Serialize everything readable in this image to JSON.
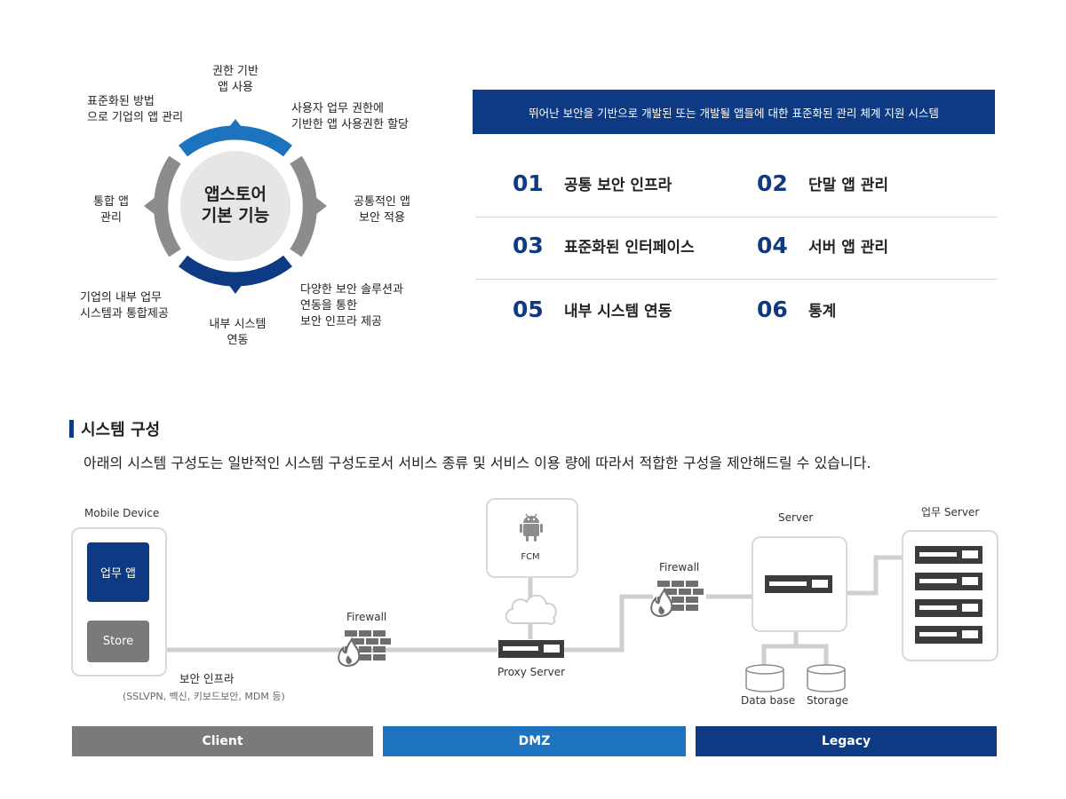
{
  "cycle": {
    "center_line1": "앱스토어",
    "center_line2": "기본 기능",
    "labels": {
      "top": [
        "권한 기반",
        "앱 사용"
      ],
      "top_left": [
        "표준화된 방법",
        "으로 기업의 앱 관리"
      ],
      "top_right": [
        "사용자 업무 권한에",
        "기반한 앱 사용권한 할당"
      ],
      "left": [
        "통합 앱",
        "관리"
      ],
      "right": [
        "공통적인 앱",
        "보안 적용"
      ],
      "bottom_left": [
        "기업의 내부 업무",
        "시스템과 통합제공"
      ],
      "bottom": [
        "내부 시스템",
        "연동"
      ],
      "bottom_right": [
        "다양한 보안 솔루션과",
        "연동을 통한",
        "보안 인프라 제공"
      ]
    },
    "colors": {
      "blue": "#1e73be",
      "navy": "#0e3a84",
      "gray": "#8c8c8c",
      "center": "#e6e6e6"
    }
  },
  "banner": "뛰어난 보안을 기반으로 개발된 또는 개발될 앱들에 대한 표준화된 관리 체계 지원 시스템",
  "features": [
    {
      "num": "01",
      "label": "공통 보안 인프라"
    },
    {
      "num": "02",
      "label": "단말 앱 관리"
    },
    {
      "num": "03",
      "label": "표준화된 인터페이스"
    },
    {
      "num": "04",
      "label": "서버 앱 관리"
    },
    {
      "num": "05",
      "label": "내부 시스템 연동"
    },
    {
      "num": "06",
      "label": "통계"
    }
  ],
  "section": {
    "title": "시스템 구성",
    "description": "아래의 시스템 구성도는 일반적인 시스템 구성도로서  서비스 종류 및 서비스 이용 량에 따라서 적합한 구성을 제안해드릴 수 있습니다."
  },
  "diagram": {
    "mobile_device": "Mobile Device",
    "work_app": "업무 앱",
    "store": "Store",
    "security_infra": "보안 인프라",
    "security_infra_detail": "(SSLVPN, 백신, 키보드보안, MDM 등)",
    "firewall_1": "Firewall",
    "fcm": "FCM",
    "proxy_server": "Proxy Server",
    "firewall_2": "Firewall",
    "server": "Server",
    "work_server": "업무 Server",
    "database": "Data base",
    "storage": "Storage"
  },
  "zones": {
    "client": "Client",
    "dmz": "DMZ",
    "legacy": "Legacy",
    "colors": {
      "client": "#7a7a7a",
      "dmz": "#1e73be",
      "legacy": "#0e3a84"
    }
  }
}
